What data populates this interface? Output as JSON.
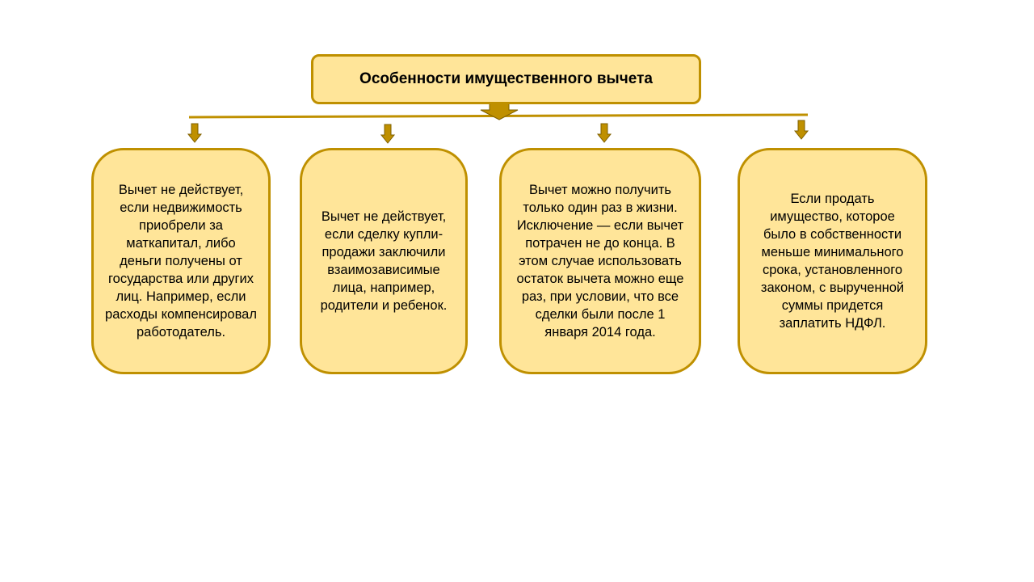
{
  "diagram": {
    "title": "Особенности имущественного вычета",
    "cards": [
      {
        "text": "Вычет не действует, если недвижимость приобрели за маткапитал, либо деньги получены от государства или других лиц. Например, если расходы компенсировал работодатель."
      },
      {
        "text": "Вычет не действует, если сделку купли-продажи заключили взаимозависимые лица, например, родители и ребенок."
      },
      {
        "text": "Вычет можно получить только один раз в жизни. Исключение — если вычет потрачен не до конца. В этом случае использовать остаток вычета можно еще раз, при условии, что все сделки были после 1 января 2014 года."
      },
      {
        "text": "Если продать имущество, которое было в собственности меньше минимального срока, установленного законом, с вырученной суммы придется заплатить НДФЛ."
      }
    ],
    "colors": {
      "fill": "#ffe599",
      "border": "#bf9000",
      "arrow": "#bf9000"
    }
  }
}
